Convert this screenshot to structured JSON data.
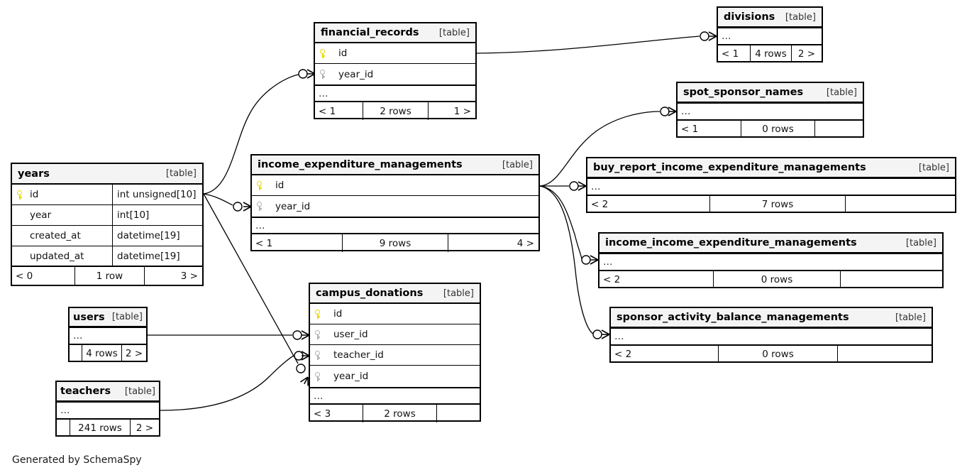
{
  "diagram": {
    "generator_caption": "Generated by SchemaSpy",
    "table_tag": "[table]",
    "ellipsis": "…",
    "icons": {
      "primary_key": "key-icon",
      "foreign_key": "key-icon"
    },
    "colors": {
      "primary_key": "#e8d900",
      "foreign_key": "#b0b0b0",
      "header_background": "#f4f4f4",
      "border": "#000000",
      "background": "#ffffff"
    }
  },
  "tables": {
    "years": {
      "name": "years",
      "tag": "[table]",
      "columns": [
        {
          "name": "id",
          "type": "int unsigned[10]",
          "key": "pk"
        },
        {
          "name": "year",
          "type": "int[10]",
          "key": "none"
        },
        {
          "name": "created_at",
          "type": "datetime[19]",
          "key": "none"
        },
        {
          "name": "updated_at",
          "type": "datetime[19]",
          "key": "none"
        }
      ],
      "footer": {
        "left": "< 0",
        "center": "1 row",
        "right": "3 >"
      }
    },
    "financial_records": {
      "name": "financial_records",
      "tag": "[table]",
      "columns": [
        {
          "name": "id",
          "type": "",
          "key": "pk"
        },
        {
          "name": "year_id",
          "type": "",
          "key": "fk"
        }
      ],
      "more": "…",
      "footer": {
        "left": "< 1",
        "center": "2 rows",
        "right": "1 >"
      }
    },
    "income_expenditure_managements": {
      "name": "income_expenditure_managements",
      "tag": "[table]",
      "columns": [
        {
          "name": "id",
          "type": "",
          "key": "pk"
        },
        {
          "name": "year_id",
          "type": "",
          "key": "fk"
        }
      ],
      "more": "…",
      "footer": {
        "left": "< 1",
        "center": "9 rows",
        "right": "4 >"
      }
    },
    "campus_donations": {
      "name": "campus_donations",
      "tag": "[table]",
      "columns": [
        {
          "name": "id",
          "type": "",
          "key": "pk"
        },
        {
          "name": "user_id",
          "type": "",
          "key": "fk"
        },
        {
          "name": "teacher_id",
          "type": "",
          "key": "fk"
        },
        {
          "name": "year_id",
          "type": "",
          "key": "fk"
        }
      ],
      "more": "…",
      "footer": {
        "left": "< 3",
        "center": "2 rows",
        "right": ""
      }
    },
    "divisions": {
      "name": "divisions",
      "tag": "[table]",
      "more": "…",
      "footer": {
        "left": "< 1",
        "center": "4 rows",
        "right": "2 >"
      }
    },
    "spot_sponsor_names": {
      "name": "spot_sponsor_names",
      "tag": "[table]",
      "more": "…",
      "footer": {
        "left": "< 1",
        "center": "0 rows",
        "right": ""
      }
    },
    "buy_report_income_expenditure_managements": {
      "name": "buy_report_income_expenditure_managements",
      "tag": "[table]",
      "more": "…",
      "footer": {
        "left": "< 2",
        "center": "7 rows",
        "right": ""
      }
    },
    "income_income_expenditure_managements": {
      "name": "income_income_expenditure_managements",
      "tag": "[table]",
      "more": "…",
      "footer": {
        "left": "< 2",
        "center": "0 rows",
        "right": ""
      }
    },
    "sponsor_activity_balance_managements": {
      "name": "sponsor_activity_balance_managements",
      "tag": "[table]",
      "more": "…",
      "footer": {
        "left": "< 2",
        "center": "0 rows",
        "right": ""
      }
    },
    "users": {
      "name": "users",
      "tag": "[table]",
      "more": "…",
      "footer": {
        "left": "",
        "center": "4 rows",
        "right": "2 >"
      }
    },
    "teachers": {
      "name": "teachers",
      "tag": "[table]",
      "more": "…",
      "footer": {
        "left": "",
        "center": "241 rows",
        "right": "2 >"
      }
    }
  },
  "relationships": [
    {
      "from": "years.id",
      "to": "financial_records.year_id"
    },
    {
      "from": "years.id",
      "to": "income_expenditure_managements.year_id"
    },
    {
      "from": "years.id",
      "to": "campus_donations.year_id"
    },
    {
      "from": "financial_records.id",
      "to": "divisions"
    },
    {
      "from": "income_expenditure_managements.id",
      "to": "spot_sponsor_names"
    },
    {
      "from": "income_expenditure_managements.id",
      "to": "buy_report_income_expenditure_managements"
    },
    {
      "from": "income_expenditure_managements.id",
      "to": "income_income_expenditure_managements"
    },
    {
      "from": "income_expenditure_managements.id",
      "to": "sponsor_activity_balance_managements"
    },
    {
      "from": "users",
      "to": "campus_donations.user_id"
    },
    {
      "from": "teachers",
      "to": "campus_donations.teacher_id"
    }
  ]
}
